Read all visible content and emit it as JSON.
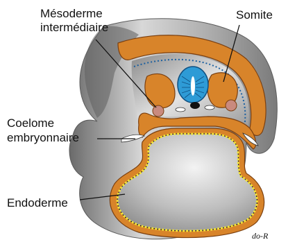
{
  "labels": {
    "mesoderm_line1": "Mésoderme",
    "mesoderm_line2": "intermédiaire",
    "somite": "Somite",
    "coelome_line1": "Coelome",
    "coelome_line2": "embryonnaire",
    "endoderme": "Endoderme"
  },
  "signature": "do-R",
  "colors": {
    "ectoderm_orange": "#d8842a",
    "outer_shell_gray": "#9a9a9a",
    "neural_tube_blue": "#2e9bd6",
    "notochord_black": "#111111",
    "endoderm_yellow": "#f2e23a",
    "intermediate_mesoderm_pink": "#c98a7e",
    "coelom_white": "#ffffff"
  }
}
